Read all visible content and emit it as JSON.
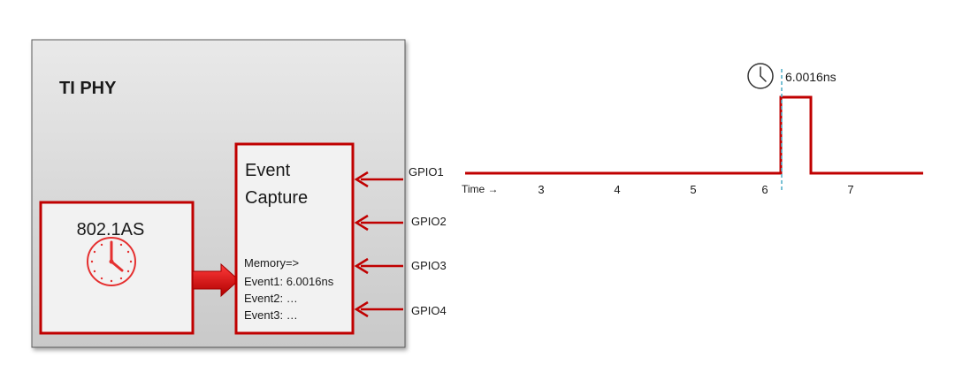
{
  "phy": {
    "title": "TI PHY"
  },
  "clock_block": {
    "label": "802.1AS",
    "icon": "clock-icon"
  },
  "event_capture": {
    "title_line1": "Event",
    "title_line2": "Capture",
    "memory_label": "Memory=>",
    "events": [
      "Event1: 6.0016ns",
      "Event2: …",
      "Event3: …"
    ]
  },
  "gpio_inputs": [
    "GPIO1",
    "GPIO2",
    "GPIO3",
    "GPIO4"
  ],
  "timeline": {
    "time_label": "Time →",
    "ticks": [
      "3",
      "4",
      "5",
      "6",
      "7"
    ],
    "event_time": "6.0016ns",
    "stopwatch_icon": "stopwatch-icon"
  },
  "colors": {
    "accent": "#c00000",
    "panel_fill": "#d9d9d9",
    "block_fill": "#f2f2f2",
    "marker": "#4bacc6"
  }
}
